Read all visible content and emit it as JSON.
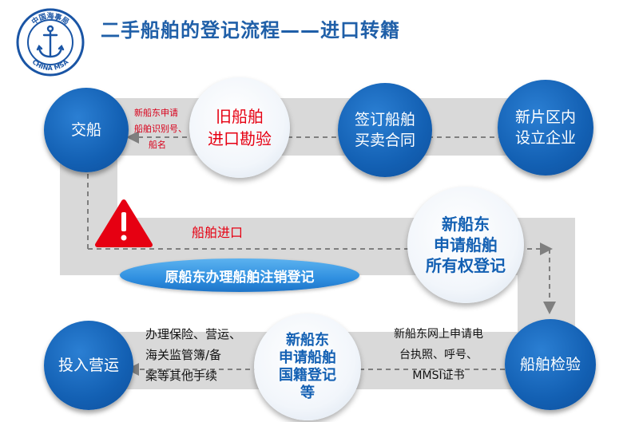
{
  "title": "二手船舶的登记流程——进口转籍",
  "logo": {
    "top_text": "中国海事局",
    "bottom_text": "CHINA MSA",
    "icon": "anchor-icon"
  },
  "colors": {
    "gray_band": "#d9d9d9",
    "blue_circle": "#1360b3",
    "title": "#1f5fa8",
    "red_text": "#e60012",
    "warning": "#e60012"
  },
  "nodes": {
    "handover_top": "交船",
    "old_ship_inspection": {
      "line1": "旧船舶",
      "line2": "进口勘验"
    },
    "sign_contract": {
      "line1": "签订船舶",
      "line2": "买卖合同"
    },
    "new_company": {
      "line1": "新片区内",
      "line2": "设立企业"
    },
    "ownership_registration": {
      "line1": "新船东",
      "line2": "申请船舶",
      "line3": "所有权登记"
    },
    "ship_inspection": "船舶检验",
    "nationality_registration": {
      "line1": "新船东",
      "line2": "申请船舶",
      "line3": "国籍登记",
      "line4": "等"
    },
    "into_operation": "投入营运"
  },
  "labels": {
    "id_request": {
      "line1": "新船东申请",
      "line2": "船舶识别号、",
      "line3": "船名"
    },
    "ship_import": "船舶进口",
    "deregistration": "原船东办理船舶注销登记",
    "online_apply": {
      "line1": "新船东网上申请电",
      "line2": "台执照、呼号、",
      "line3": "MMSI证书"
    },
    "other_procedures": {
      "line1": "办理保险、营运、",
      "line2": "海关监管簿/备",
      "line3": "案等其他手续"
    }
  },
  "warning_icon": "warning-triangle-icon"
}
